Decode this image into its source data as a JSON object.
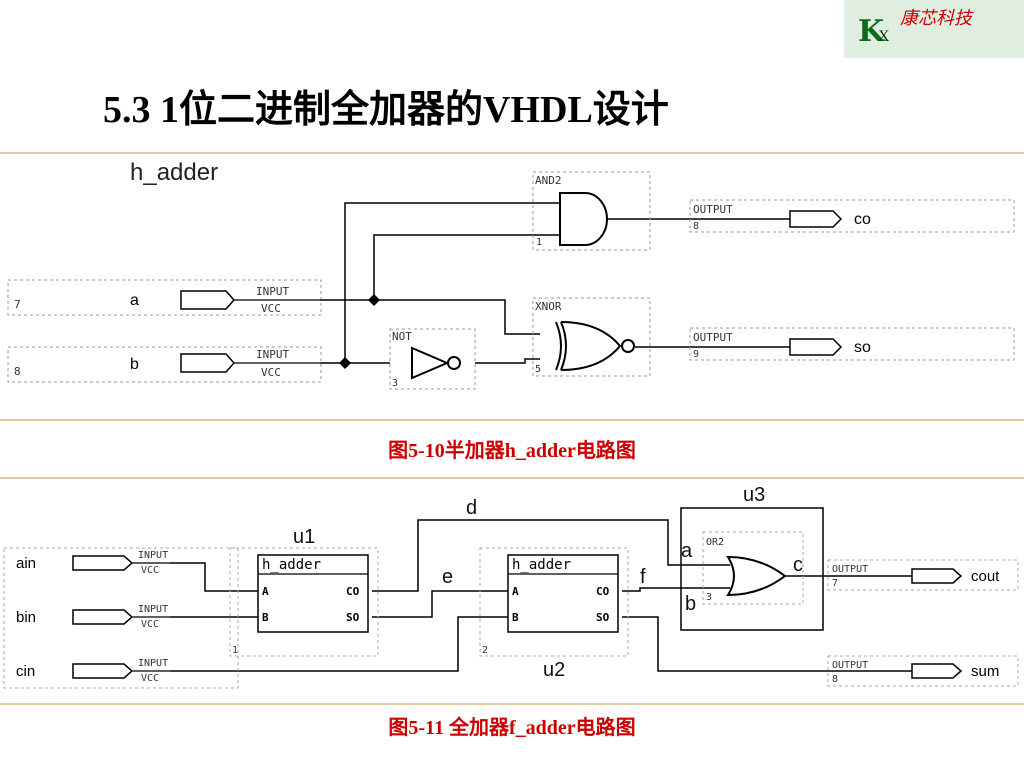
{
  "logo": {
    "letter": "K",
    "sub": "X",
    "brand": "康芯科技"
  },
  "title": "5.3  1位二进制全加器的VHDL设计",
  "fig1": {
    "caption": "图5-10半加器h_adder电路图",
    "name": "h_adder",
    "inputs": [
      {
        "pin": "7",
        "name": "a",
        "type": "INPUT",
        "default": "VCC"
      },
      {
        "pin": "8",
        "name": "b",
        "type": "INPUT",
        "default": "VCC"
      }
    ],
    "outputs": [
      {
        "pin": "8",
        "name": "co",
        "type": "OUTPUT"
      },
      {
        "pin": "9",
        "name": "so",
        "type": "OUTPUT"
      }
    ],
    "gates": [
      {
        "type": "AND2",
        "inst": "1"
      },
      {
        "type": "XNOR",
        "inst": "5"
      },
      {
        "type": "NOT",
        "inst": "3"
      }
    ]
  },
  "fig2": {
    "caption": "图5-11 全加器f_adder电路图",
    "inputs": [
      {
        "name": "ain",
        "type": "INPUT",
        "default": "VCC"
      },
      {
        "name": "bin",
        "type": "INPUT",
        "default": "VCC"
      },
      {
        "name": "cin",
        "type": "INPUT",
        "default": "VCC"
      }
    ],
    "outputs": [
      {
        "pin": "7",
        "name": "cout",
        "type": "OUTPUT"
      },
      {
        "pin": "8",
        "name": "sum",
        "type": "OUTPUT"
      }
    ],
    "blocks": [
      {
        "label": "u1",
        "type": "h_adder",
        "inst": "1",
        "pins": [
          "A",
          "B",
          "CO",
          "SO"
        ]
      },
      {
        "label": "u2",
        "type": "h_adder",
        "inst": "2",
        "pins": [
          "A",
          "B",
          "CO",
          "SO"
        ]
      }
    ],
    "or_gate": {
      "label": "u3",
      "type": "OR2",
      "inst": "3",
      "in1": "a",
      "in2": "b",
      "out": "c"
    },
    "nets": [
      "d",
      "e",
      "f"
    ]
  }
}
